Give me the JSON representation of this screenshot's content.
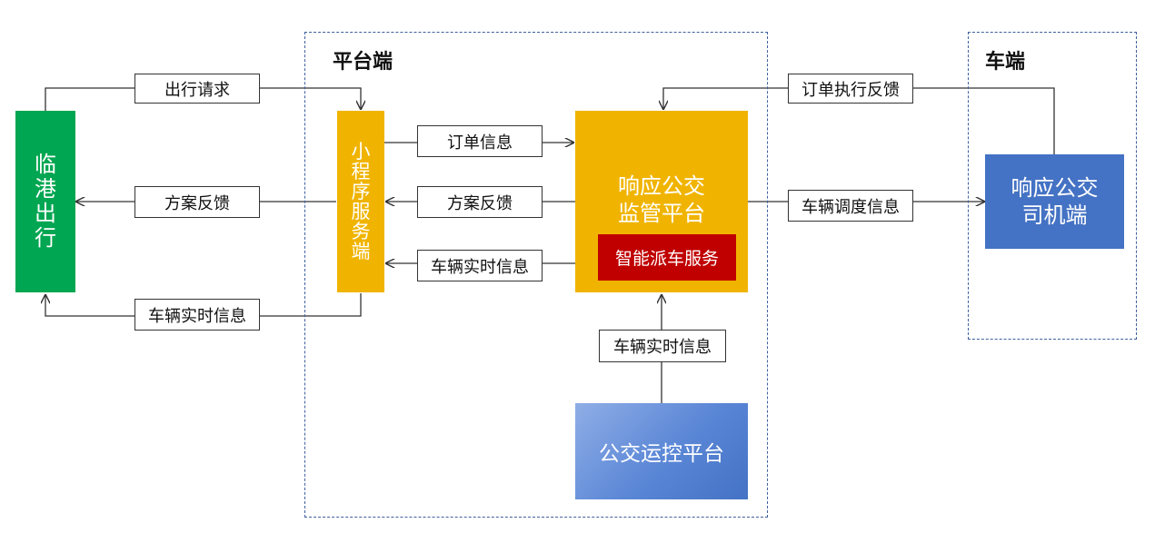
{
  "regions": {
    "platform_title": "平台端",
    "vehicle_title": "车端"
  },
  "nodes": {
    "linggang": {
      "chars": [
        "临",
        "港",
        "出",
        "行"
      ],
      "color": "#00a651"
    },
    "miniprogram": {
      "chars": [
        "小",
        "程",
        "序",
        "服",
        "务",
        "端"
      ],
      "color": "#f0b400"
    },
    "supervision": {
      "line1": "响应公交",
      "line2": "监管平台",
      "color": "#f0b400"
    },
    "dispatch_service": {
      "label": "智能派车服务",
      "color": "#c00000"
    },
    "driver": {
      "line1": "响应公交",
      "line2": "司机端",
      "color": "#4472c4"
    },
    "bus_ops": {
      "label": "公交运控平台",
      "color": "#5a86d6"
    }
  },
  "edges": {
    "travel_request": "出行请求",
    "plan_feedback_left": "方案反馈",
    "vehicle_info_left": "车辆实时信息",
    "order_info": "订单信息",
    "plan_feedback_mid": "方案反馈",
    "vehicle_info_mid": "车辆实时信息",
    "order_exec_feedback": "订单执行反馈",
    "dispatch_info": "车辆调度信息",
    "vehicle_info_bottom": "车辆实时信息"
  }
}
